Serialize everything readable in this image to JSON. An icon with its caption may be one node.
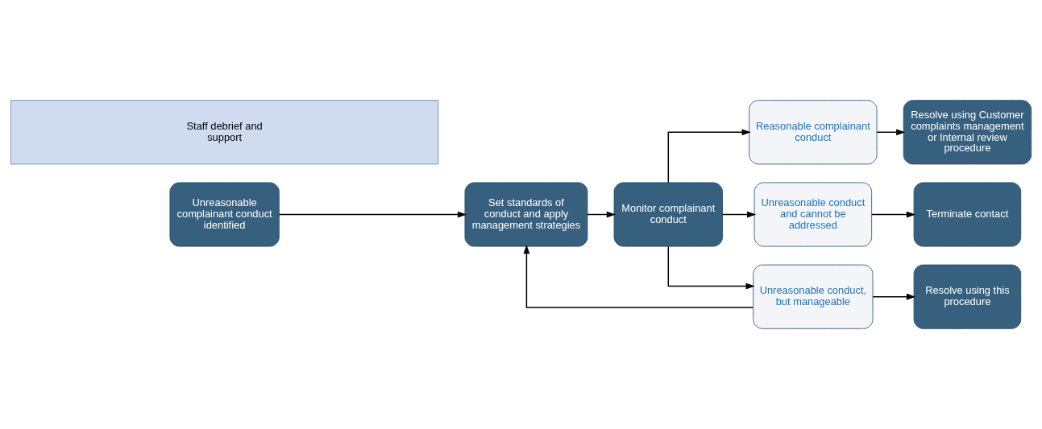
{
  "diagram": {
    "nodes": [
      {
        "text": [
          "Unreasonable complainant conduct identified"
        ]
      },
      {
        "text": [
          "Set standards of conduct and apply management strategies"
        ]
      },
      {
        "text": [
          "Monitor complainant conduct"
        ]
      },
      {
        "text": [
          "Reasonable complainant conduct"
        ]
      },
      {
        "text": [
          "Resolve using Customer complaints management or Internal review procedure"
        ]
      },
      {
        "text": [
          "Unreasonable conduct and cannot be addressed"
        ]
      },
      {
        "text": [
          "Terminate contact"
        ]
      },
      {
        "text": [
          "Unreasonable conduct, but manageable"
        ]
      },
      {
        "text": [
          "Resolve using this procedure"
        ]
      },
      {
        "text": [
          "Staff debrief and support"
        ]
      }
    ],
    "edges": [
      {
        "from": 0,
        "to": 1,
        "arrow": "to"
      },
      {
        "from": 1,
        "to": 2,
        "arrow": "to"
      },
      {
        "from": 2,
        "to": 3,
        "arrow": "to"
      },
      {
        "from": 2,
        "to": 5,
        "arrow": "to"
      },
      {
        "from": 2,
        "to": 7,
        "arrow": "to"
      },
      {
        "from": 3,
        "to": 4,
        "arrow": "to"
      },
      {
        "from": 5,
        "to": 6,
        "arrow": "to"
      },
      {
        "from": 7,
        "to": 8,
        "arrow": "to"
      },
      {
        "from": 7,
        "to": 1,
        "arrow": "to"
      }
    ]
  }
}
